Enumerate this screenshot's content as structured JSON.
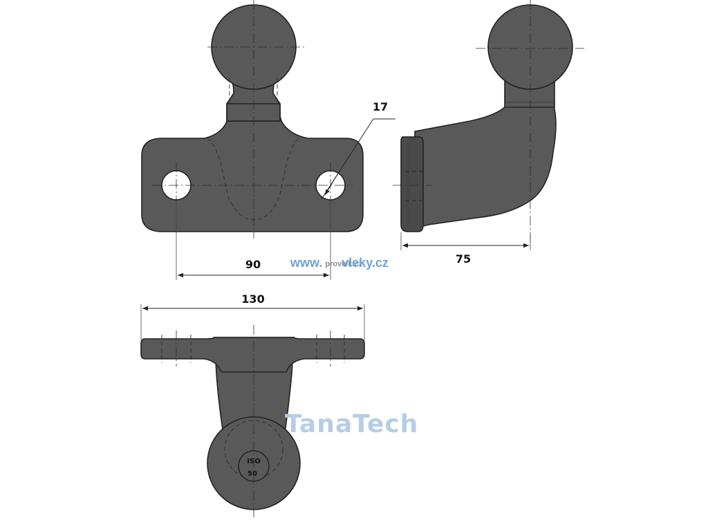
{
  "dimensions": {
    "hole_spacing": "90",
    "hole_diameter": "17",
    "offset": "75",
    "plate_width": "130"
  },
  "stamp": {
    "line1": "ISO",
    "line2": "50"
  },
  "watermarks": {
    "website_prefix": "www.",
    "website_domain": "vleky.cz",
    "website_overlay": "provlek.cz",
    "brand": "TanaTech"
  },
  "colors": {
    "part_fill": "#595959",
    "line": "#222222",
    "watermark_blue": "#6fa3d8",
    "watermark_light": "#b6cde6"
  }
}
